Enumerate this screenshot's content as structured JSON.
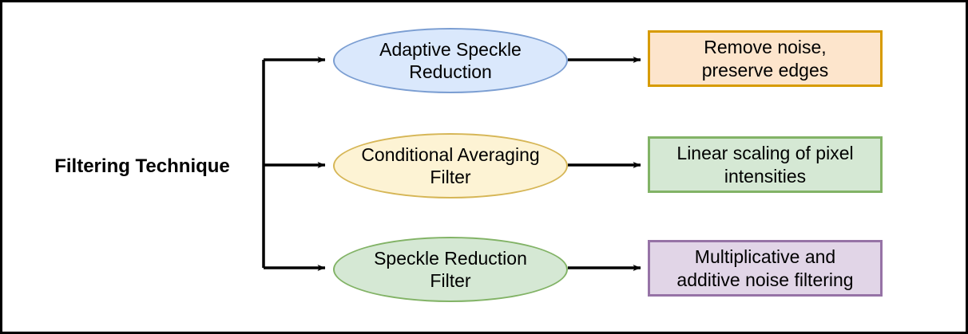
{
  "diagram": {
    "title": "Filtering Technique",
    "root": {
      "label": "Filtering Technique"
    },
    "type": "flowchart",
    "orientation": "left-to-right",
    "branches": [
      {
        "id": "adaptive-speckle-reduction",
        "technique": "Adaptive Speckle Reduction",
        "technique_line1": "Adaptive Speckle",
        "technique_line2": "Reduction",
        "outcome": "Remove noise, preserve edges",
        "outcome_line1": "Remove noise,",
        "outcome_line2": "preserve edges",
        "node_fill": "#dae8fc",
        "node_stroke": "#7b9ed2",
        "outcome_fill": "#fde5cc",
        "outcome_stroke": "#d79b00"
      },
      {
        "id": "conditional-averaging-filter",
        "technique": "Conditional Averaging Filter",
        "technique_line1": "Conditional Averaging",
        "technique_line2": "Filter",
        "outcome": "Linear scaling of pixel intensities",
        "outcome_line1": "Linear scaling of pixel",
        "outcome_line2": "intensities",
        "node_fill": "#fdf3d4",
        "node_stroke": "#d6b656",
        "outcome_fill": "#d5e8d4",
        "outcome_stroke": "#82b366"
      },
      {
        "id": "speckle-reduction-filter",
        "technique": "Speckle Reduction Filter",
        "technique_line1": "Speckle Reduction",
        "technique_line2": "Filter",
        "outcome": "Multiplicative and additive noise filtering",
        "outcome_line1": "Multiplicative and",
        "outcome_line2": "additive noise filtering",
        "node_fill": "#d5e8d4",
        "node_stroke": "#82b366",
        "outcome_fill": "#e1d5e7",
        "outcome_stroke": "#9673a6"
      }
    ],
    "connector_color": "#000000",
    "border_color": "#000000",
    "background_color": "#ffffff"
  }
}
